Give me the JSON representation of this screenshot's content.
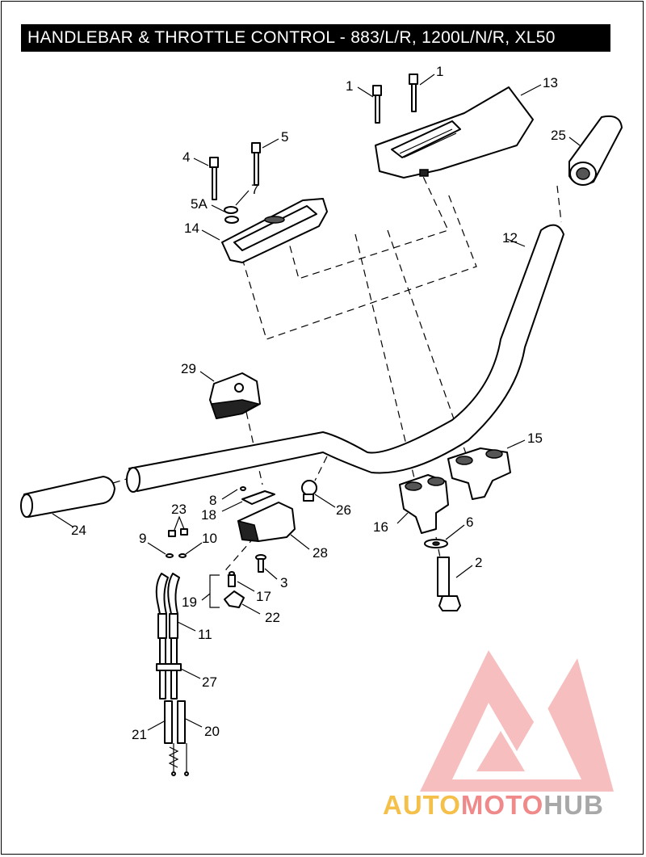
{
  "title": "HANDLEBAR & THROTTLE CONTROL - 883/L/R, 1200L/N/R, XL50",
  "callouts": {
    "c1a": "1",
    "c1b": "1",
    "c13": "13",
    "c25": "25",
    "c4": "4",
    "c5": "5",
    "c5a": "5A",
    "c7": "7",
    "c14": "14",
    "c12": "12",
    "c29": "29",
    "c15": "15",
    "c8": "8",
    "c18": "18",
    "c26": "26",
    "c24": "24",
    "c23": "23",
    "c9": "9",
    "c10": "10",
    "c28": "28",
    "c16": "16",
    "c6": "6",
    "c3": "3",
    "c2": "2",
    "c19": "19",
    "c17": "17",
    "c22": "22",
    "c11": "11",
    "c27": "27",
    "c21": "21",
    "c20": "20"
  },
  "watermark": {
    "part1": "AUTO",
    "part2": "MOTO",
    "part3": "HUB"
  },
  "colors": {
    "title_bg": "#000000",
    "title_fg": "#ffffff",
    "watermark_red": "#f08a8a",
    "watermark_yellow": "#f5c04a",
    "watermark_gray": "#a8a8a8"
  }
}
